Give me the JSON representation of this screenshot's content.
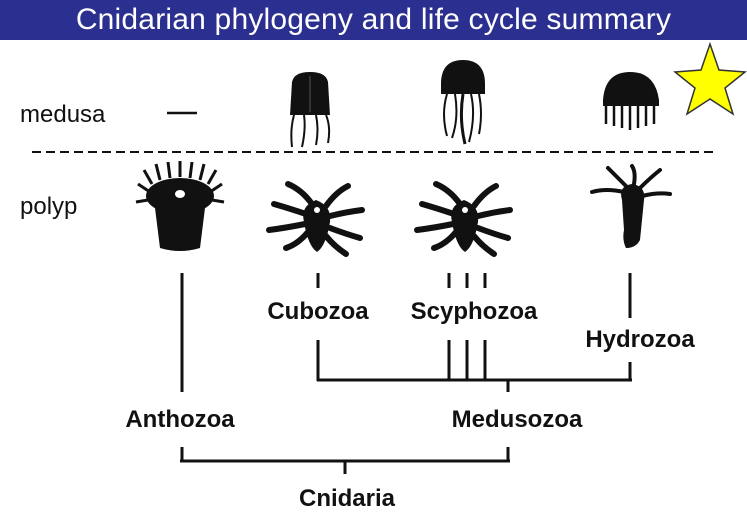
{
  "title": "Cnidarian phylogeny and life cycle summary",
  "rows": {
    "medusa": "medusa",
    "polyp": "polyp"
  },
  "taxa": {
    "cubozoa": "Cubozoa",
    "scyphozoa": "Scyphozoa",
    "hydrozoa": "Hydrozoa",
    "anthozoa": "Anthozoa",
    "medusozoa": "Medusozoa",
    "cnidaria": "Cnidaria"
  },
  "colors": {
    "title_background": "#2b2f8f",
    "title_text": "#ffffff",
    "star": "#ffff00",
    "silhouette": "#111111"
  },
  "icons": {
    "anthozoa_medusa": "absent-dash",
    "star": "star-icon"
  }
}
